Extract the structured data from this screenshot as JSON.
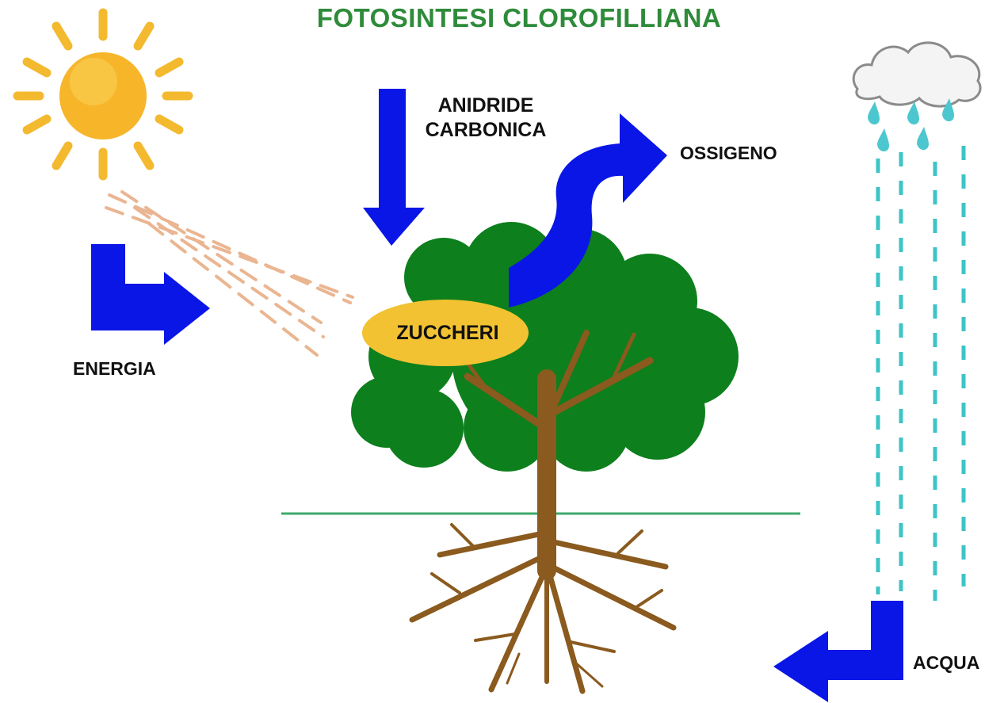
{
  "title": "FOTOSINTESI CLOROFILLIANA",
  "labels": {
    "carbon_dioxide_line1": "ANIDRIDE",
    "carbon_dioxide_line2": "CARBONICA",
    "oxygen": "OSSIGENO",
    "energy": "ENERGIA",
    "water": "ACQUA",
    "sugars": "ZUCCHERI"
  },
  "colors": {
    "title": "#2e8b3a",
    "arrow": "#0a16e6",
    "sun_core": "#f7b52a",
    "sun_ray": "#f3b92f",
    "light_beam": "#eab591",
    "foliage": "#0d7f1c",
    "trunk": "#8a5a1e",
    "sugar_ellipse": "#f2c232",
    "ground_line": "#3ea86b",
    "rain": "#3fc3c6",
    "cloud_fill": "#f4f4f4",
    "cloud_stroke": "#8b8b8b"
  },
  "icons": [
    "sun-icon",
    "cloud-icon",
    "raindrop-icon",
    "tree-icon",
    "arrow-icon"
  ]
}
